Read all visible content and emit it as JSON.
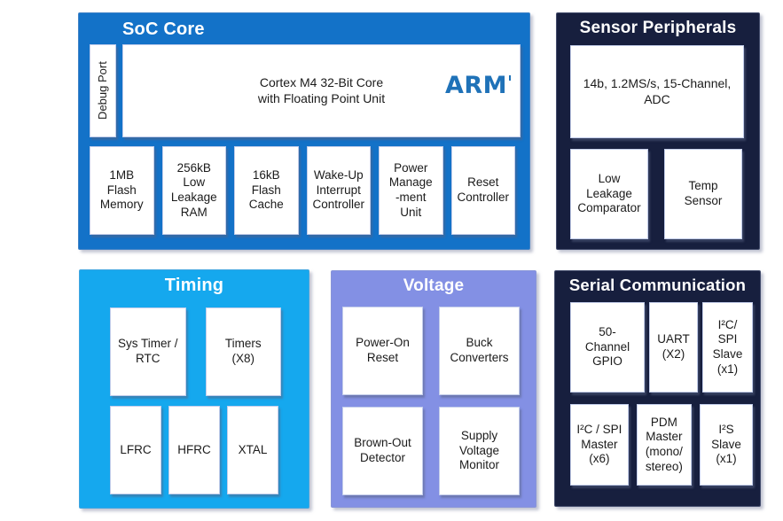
{
  "page": {
    "background": "#FFFFFF"
  },
  "panels": {
    "soc_core": {
      "title": "SoC Core",
      "bg": "#1372C8",
      "debug_port": "Debug Port",
      "cortex": "Cortex M4 32-Bit Core\nwith Floating Point Unit",
      "arm_logo": "ARM",
      "arm_color": "#1F72B8",
      "modules": [
        "1MB\nFlash\nMemory",
        "256kB\nLow\nLeakage\nRAM",
        "16kB\nFlash\nCache",
        "Wake-Up\nInterrupt\nController",
        "Power\nManage\n-ment\nUnit",
        "Reset\nController"
      ]
    },
    "sensor_peripherals": {
      "title": "Sensor Peripherals",
      "bg": "#171F3E",
      "adc": "14b, 1.2MS/s, 15-Channel,\nADC",
      "modules": [
        "Low\nLeakage\nComparator",
        "Temp\nSensor"
      ]
    },
    "timing": {
      "title": "Timing",
      "bg": "#15A8EE",
      "row1": [
        "Sys Timer /\nRTC",
        "Timers\n(X8)"
      ],
      "row2": [
        "LFRC",
        "HFRC",
        "XTAL"
      ]
    },
    "voltage": {
      "title": "Voltage",
      "bg": "#8390E4",
      "modules": [
        "Power-On\nReset",
        "Buck\nConverters",
        "Brown-Out\nDetector",
        "Supply\nVoltage\nMonitor"
      ]
    },
    "serial_communication": {
      "title": "Serial Communication",
      "bg": "#171F3E",
      "row1": [
        "50-\nChannel\nGPIO",
        "UART\n(X2)",
        "I²C/\nSPI\nSlave\n(x1)"
      ],
      "row2": [
        "I²C / SPI\nMaster\n(x6)",
        "PDM\nMaster\n(mono/\nstereo)",
        "I²S\nSlave\n(x1)"
      ]
    }
  }
}
